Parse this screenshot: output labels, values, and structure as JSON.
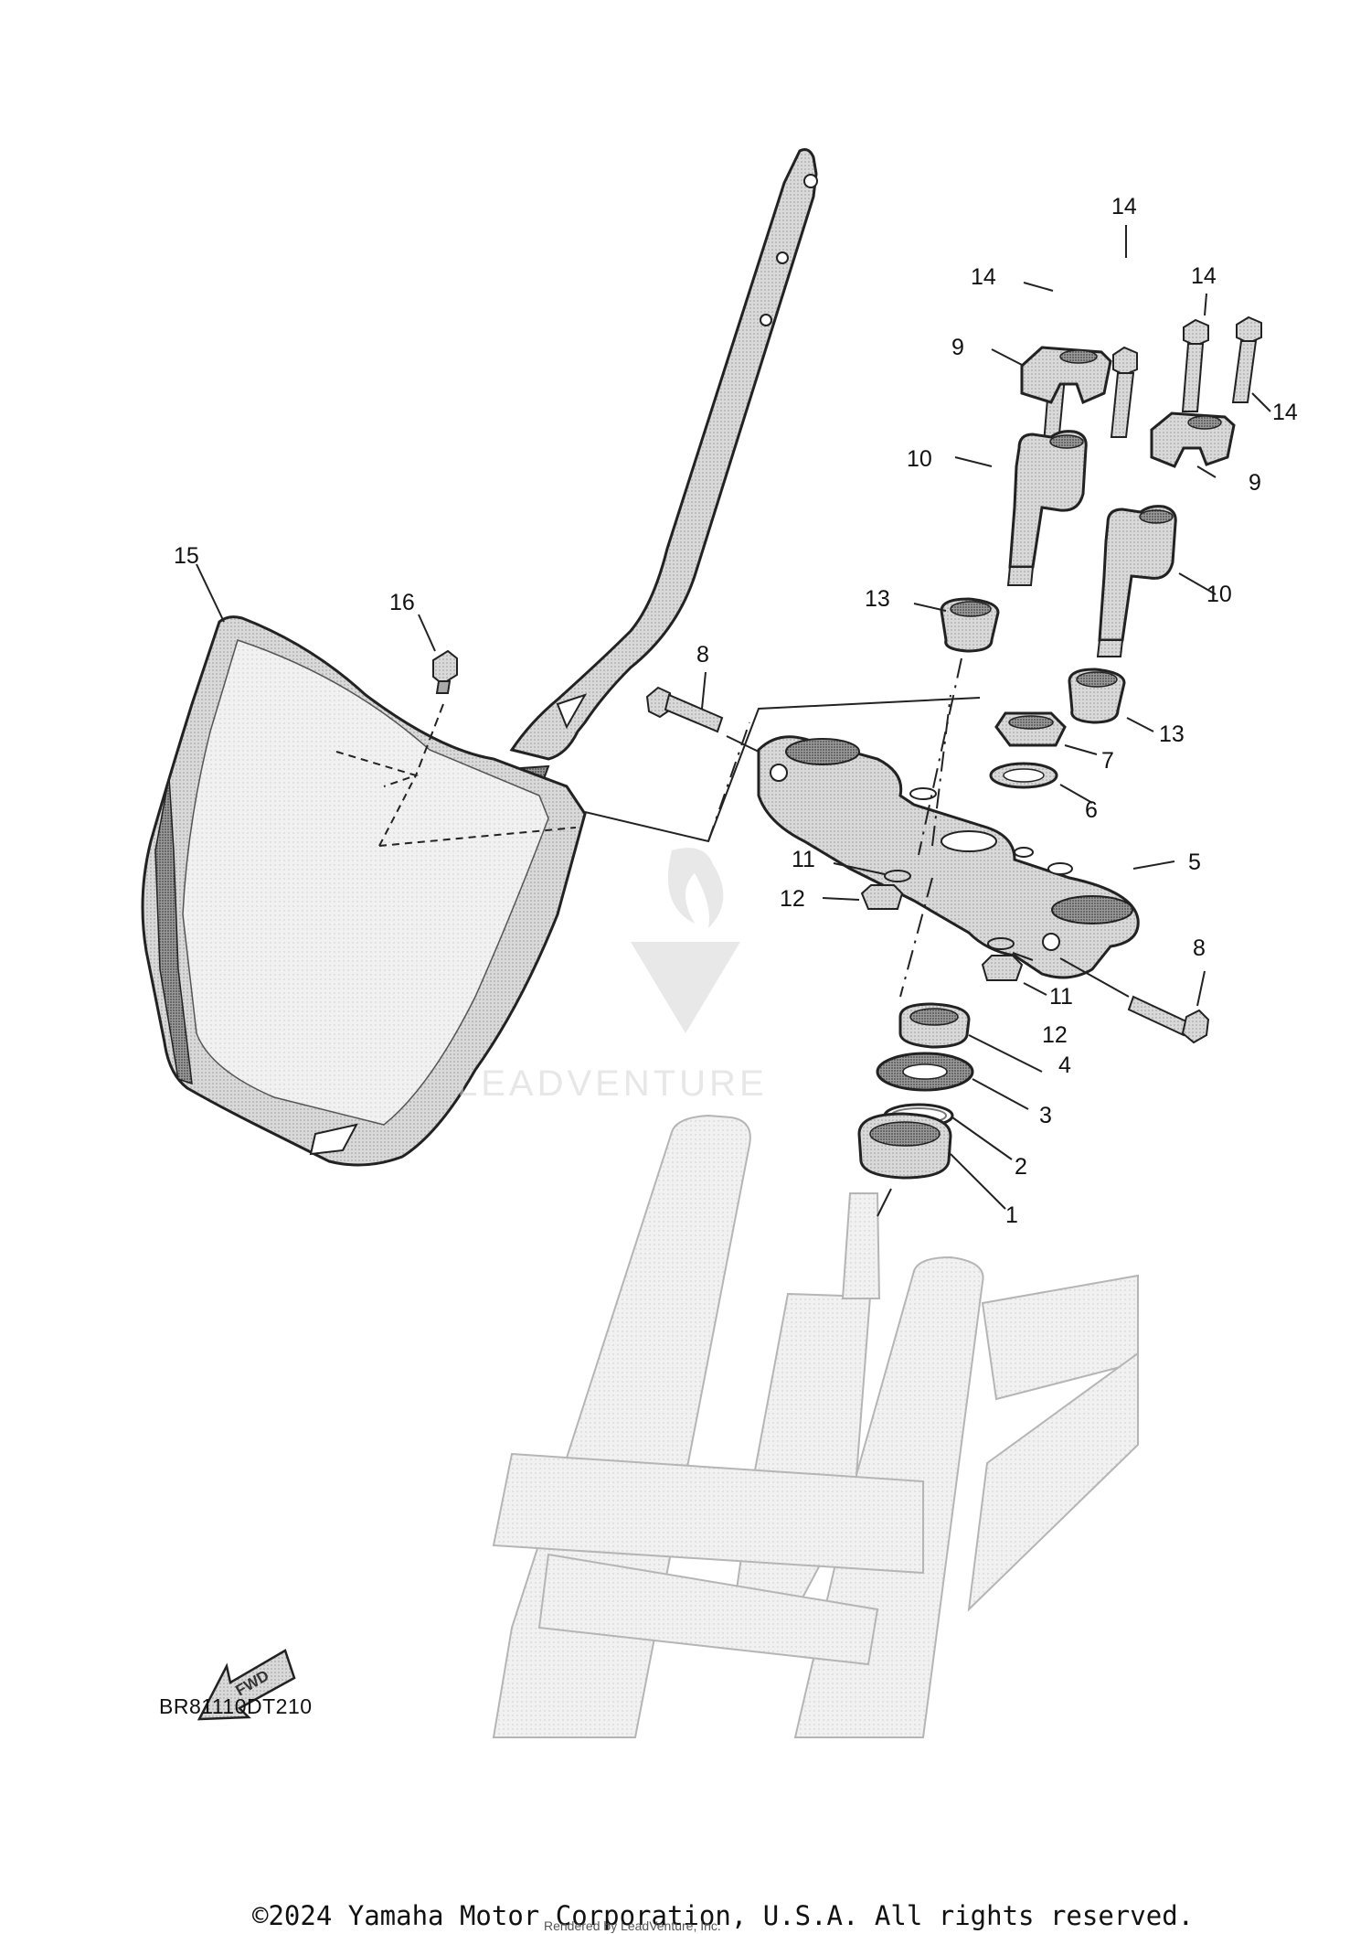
{
  "diagram": {
    "reference_code": "BR81110DT210",
    "fwd_label": "FWD",
    "watermark_text": "LEADVENTURE",
    "callouts": [
      {
        "id": "c1",
        "label": "1"
      },
      {
        "id": "c2",
        "label": "2"
      },
      {
        "id": "c3",
        "label": "3"
      },
      {
        "id": "c4",
        "label": "4"
      },
      {
        "id": "c5",
        "label": "5"
      },
      {
        "id": "c6",
        "label": "6"
      },
      {
        "id": "c7",
        "label": "7"
      },
      {
        "id": "c8a",
        "label": "8"
      },
      {
        "id": "c8b",
        "label": "8"
      },
      {
        "id": "c9a",
        "label": "9"
      },
      {
        "id": "c9b",
        "label": "9"
      },
      {
        "id": "c10a",
        "label": "10"
      },
      {
        "id": "c10b",
        "label": "10"
      },
      {
        "id": "c11a",
        "label": "11"
      },
      {
        "id": "c11b",
        "label": "11"
      },
      {
        "id": "c12a",
        "label": "12"
      },
      {
        "id": "c12b",
        "label": "12"
      },
      {
        "id": "c13a",
        "label": "13"
      },
      {
        "id": "c13b",
        "label": "13"
      },
      {
        "id": "c14a",
        "label": "14"
      },
      {
        "id": "c14b",
        "label": "14"
      },
      {
        "id": "c14c",
        "label": "14"
      },
      {
        "id": "c14d",
        "label": "14"
      },
      {
        "id": "c15",
        "label": "15"
      },
      {
        "id": "c16",
        "label": "16"
      }
    ]
  },
  "footer": {
    "copyright": "©2024 Yamaha Motor Corporation, U.S.A. All rights reserved.",
    "rendered_by": "Rendered by LeadVenture, Inc."
  },
  "colors": {
    "line": "#222222",
    "part_fill": "#cfcfcf",
    "ghost_fill": "#ececec",
    "ghost_stroke": "#b8b8b8"
  }
}
